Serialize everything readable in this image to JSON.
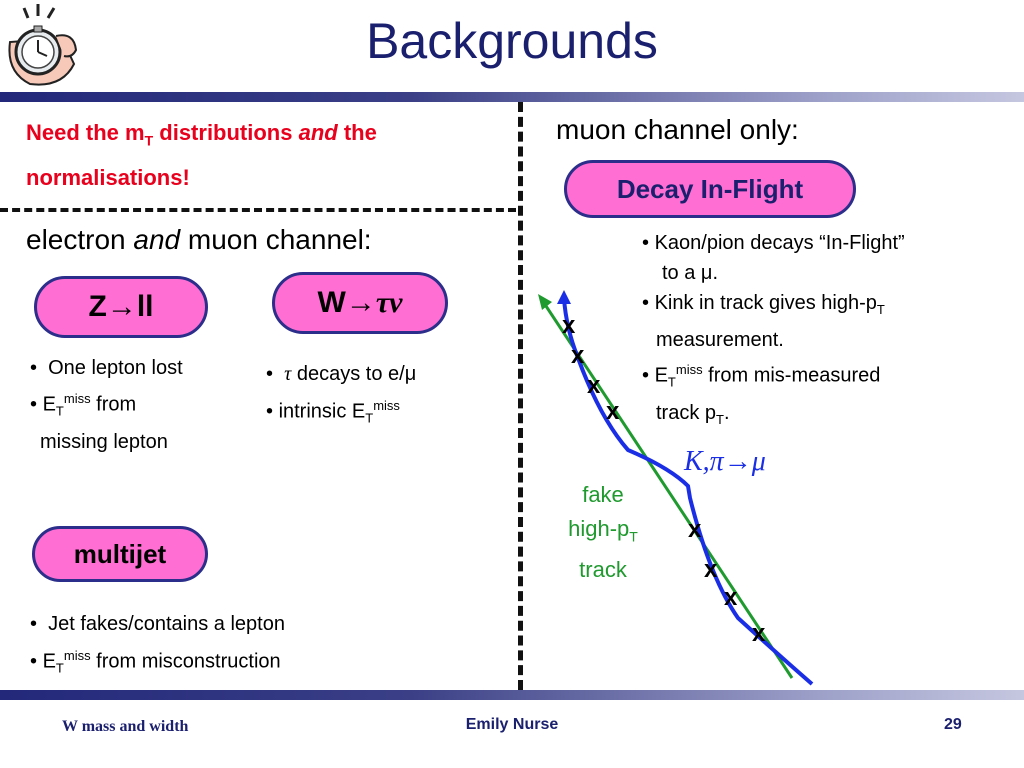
{
  "slide": {
    "title": "Backgrounds",
    "icon": "stopwatch-icon"
  },
  "left_top": {
    "note_part1": "Need the m",
    "note_sub": "T",
    "note_part2": " distributions ",
    "note_italic": "and",
    "note_part3": " the",
    "note_line2": "normalisations!"
  },
  "left": {
    "heading_part1": "electron ",
    "heading_italic": "and",
    "heading_part2": " muon channel:",
    "zll": {
      "label_part1": "Z",
      "label_arrow": "→",
      "label_part2": "ll",
      "bullet1": "One lepton lost",
      "bullet2_pre": "E",
      "bullet2_sub": "T",
      "bullet2_sup": "miss",
      "bullet2_post": " from",
      "bullet2_line2": "missing lepton"
    },
    "wtaunu": {
      "label_part1": "W",
      "label_arrow": "→",
      "label_tau": "τ",
      "label_nu": "ν",
      "bullet1_tau": "τ",
      "bullet1_text": " decays to e/μ",
      "bullet2_pre": "intrinsic E",
      "bullet2_sub": "T",
      "bullet2_sup": "miss"
    },
    "multijet": {
      "label": "multijet",
      "bullet1": "Jet fakes/contains a lepton",
      "bullet2_pre": "E",
      "bullet2_sub": "T",
      "bullet2_sup": "miss",
      "bullet2_post": " from misconstruction"
    }
  },
  "right": {
    "heading": "muon channel only:",
    "dif_label": "Decay In-Flight",
    "bullet1_line1": "Kaon/pion decays “In-Flight”",
    "bullet1_line2": "to a μ.",
    "bullet2_pre": "Kink in track gives high-p",
    "bullet2_sub": "T",
    "bullet2_line2": "measurement.",
    "bullet3_pre": "E",
    "bullet3_sub": "T",
    "bullet3_sup": "miss",
    "bullet3_post": " from mis-measured",
    "bullet3_line2_pre": "track p",
    "bullet3_line2_sub": "T",
    "bullet3_line2_post": ".",
    "diagram": {
      "decay_label": "K,π→μ",
      "fake_line1": "fake",
      "fake_line2_pre": "high-p",
      "fake_line2_sub": "T",
      "fake_line3": "track",
      "hit_marker": "x",
      "track_color": "#1a2ee6",
      "fake_color": "#1f9a2e"
    }
  },
  "footer": {
    "left": "W mass and width",
    "center": "Emily Nurse",
    "page": "29"
  },
  "colors": {
    "title": "#1a1f6e",
    "note": "#e8001c",
    "pill_fill": "#ff6ed2",
    "pill_border": "#2b2e8a"
  }
}
